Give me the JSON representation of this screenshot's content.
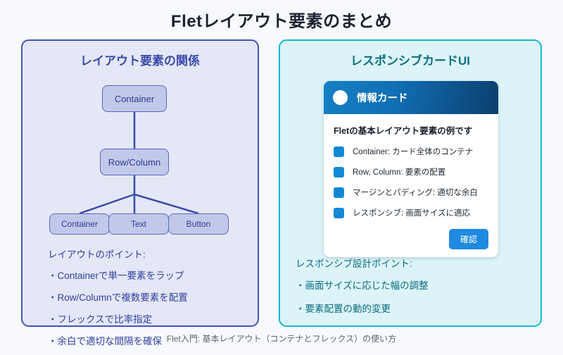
{
  "page": {
    "title": "Fletレイアウト要素のまとめ",
    "footer": "Flet入門: 基本レイアウト（コンテナとフレックス）の使い方",
    "background": "#f7f9fc"
  },
  "left_panel": {
    "title": "レイアウト要素の関係",
    "accent": "#4356b6",
    "background": "#e4e7f6",
    "tree": {
      "root": "Container",
      "middle": "Row/Column",
      "leaves": [
        "Container",
        "Text",
        "Button"
      ]
    },
    "notes": {
      "heading": "レイアウトのポイント:",
      "items": [
        "・Containerで単一要素をラップ",
        "・Row/Columnで複数要素を配置",
        "・フレックスで比率指定",
        "・余白で適切な間隔を確保"
      ]
    }
  },
  "right_panel": {
    "title": "レスポンシブカードUI",
    "accent": "#14b8cf",
    "background": "#dcf4f8",
    "card": {
      "header_title": "情報カード",
      "header_gradient_from": "#1580c4",
      "header_gradient_to": "#0c3f6e",
      "lead": "Fletの基本レイアウト要素の例です",
      "swatch_color": "#1389d6",
      "features": [
        "Container: カード全体のコンテナ",
        "Row, Column: 要素の配置",
        "マージンとパディング: 適切な余白",
        "レスポンシブ: 画面サイズに適応"
      ],
      "button_label": "確認",
      "button_color": "#1f8ae0"
    },
    "notes": {
      "heading": "レスポンシブ設計ポイント:",
      "items": [
        "・画面サイズに応じた幅の調整",
        "・要素配置の動的変更"
      ]
    }
  }
}
